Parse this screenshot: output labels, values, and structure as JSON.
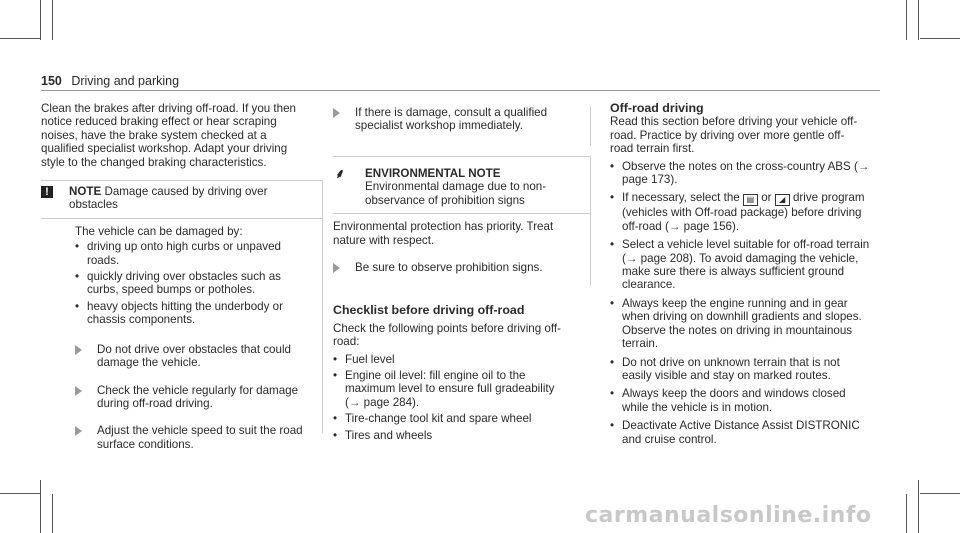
{
  "header": {
    "page_number": "150",
    "section": "Driving and parking"
  },
  "col1": {
    "intro": "Clean the brakes after driving off-road. If you then notice reduced braking effect or hear scraping noises, have the brake system checked at a qualified specialist workshop. Adapt your driving style to the changed braking characteristics.",
    "note_label": "NOTE",
    "note_title": "Damage caused by driving over obstacles",
    "note_icon": "!",
    "note_lead": "The vehicle can be damaged by:",
    "note_items": [
      "driving up onto high curbs or unpaved roads.",
      "quickly driving over obstacles such as curbs, speed bumps or potholes.",
      "heavy objects hitting the underbody or chassis components."
    ],
    "steps": [
      "Do not drive over obstacles that could damage the vehicle.",
      "Check the vehicle regularly for damage during off-road driving.",
      "Adjust the vehicle speed to suit the road surface conditions."
    ]
  },
  "col2": {
    "step_top": "If there is damage, consult a qualified specialist workshop immediately.",
    "env_label": "ENVIRONMENTAL NOTE",
    "env_title": "Environmental damage due to non-observance of prohibition signs",
    "env_body": "Environmental protection has priority. Treat nature with respect.",
    "env_step": "Be sure to observe prohibition signs.",
    "checklist_heading": "Checklist before driving off-road",
    "checklist_lead": "Check the following points before driving off-road:",
    "checklist_items": [
      "Fuel level",
      "Engine oil level: fill engine oil to the maximum level to ensure full gradeability (→ page 284).",
      "Tire-change tool kit and spare wheel",
      "Tires and wheels"
    ]
  },
  "col3": {
    "heading": "Off-road driving",
    "intro": "Read this section before driving your vehicle off-road. Practice by driving over more gentle off-road terrain first.",
    "item1": "Observe the notes on the cross-country ABS (→ page 173).",
    "item2_a": "If necessary, select the",
    "item2_or": "or",
    "item2_b": "drive program (vehicles with Off-road package) before driving off-road (→ page 156).",
    "items_rest": [
      "Select a vehicle level suitable for off-road terrain (→ page 208). To avoid damaging the vehicle, make sure there is always sufficient ground clearance.",
      "Always keep the engine running and in gear when driving on downhill gradients and slopes. Observe the notes on driving in mountainous terrain.",
      "Do not drive on unknown terrain that is not easily visible and stay on marked routes.",
      "Always keep the doors and windows closed while the vehicle is in motion.",
      "Deactivate Active Distance Assist DISTRONIC and cruise control."
    ]
  },
  "watermark": "carmanualsonline.info",
  "icons": {
    "bullet": "bullet",
    "step_arrow": "triangle-right-icon",
    "offroad_mode_1": "offroad-car-icon",
    "offroad_mode_2": "offroad-slope-icon",
    "environment": "leaf-icon",
    "warning": "exclamation-icon"
  }
}
